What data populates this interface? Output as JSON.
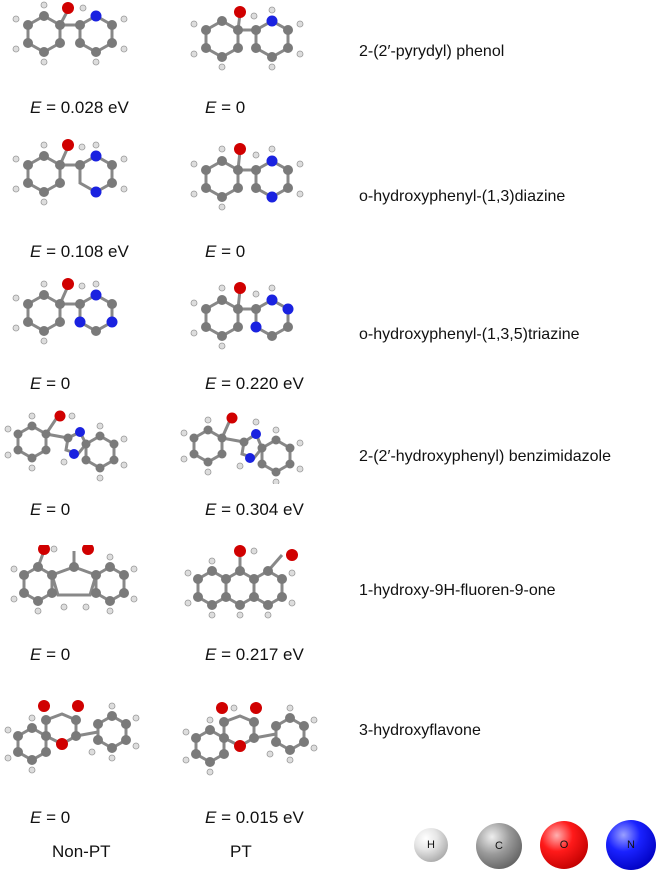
{
  "atom_colors": {
    "H": "#e8e8e8",
    "C": "#8f8f8f",
    "O": "#e00000",
    "N": "#1010e0"
  },
  "rows": [
    {
      "name": "2-(2′-pyrydyl) phenol",
      "nonpt_energy": "= 0.028 eV",
      "pt_energy": "= 0"
    },
    {
      "name": "o-hydroxyphenyl-(1,3)diazine",
      "nonpt_energy": "= 0.108 eV",
      "pt_energy": "= 0"
    },
    {
      "name": "o-hydroxyphenyl-(1,3,5)triazine",
      "nonpt_energy": "= 0",
      "pt_energy": "= 0.220 eV"
    },
    {
      "name": "2-(2′-hydroxyphenyl) benzimidazole",
      "nonpt_energy": "= 0",
      "pt_energy": "= 0.304 eV"
    },
    {
      "name": "1-hydroxy-9H-fluoren-9-one",
      "nonpt_energy": "= 0",
      "pt_energy": "= 0.217 eV"
    },
    {
      "name": "3-hydroxyflavone",
      "nonpt_energy": "= 0",
      "pt_energy": "= 0.015 eV"
    }
  ],
  "energy_symbol": "E",
  "columns": {
    "nonpt": "Non-PT",
    "pt": "PT"
  },
  "legend": [
    {
      "symbol": "H",
      "icon": "hydrogen-atom-icon"
    },
    {
      "symbol": "C",
      "icon": "carbon-atom-icon"
    },
    {
      "symbol": "O",
      "icon": "oxygen-atom-icon"
    },
    {
      "symbol": "N",
      "icon": "nitrogen-atom-icon"
    }
  ]
}
